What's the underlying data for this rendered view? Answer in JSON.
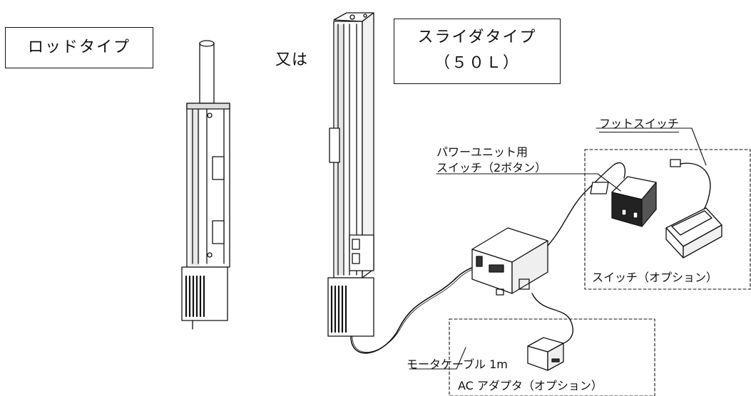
{
  "labels": {
    "rod_type": "ロッドタイプ",
    "or": "又は",
    "slider_type": "スライダタイプ",
    "slider_model": "（５０Ｌ）",
    "foot_switch": "フットスイッチ",
    "power_unit_switch_line1": "パワーユニット用",
    "power_unit_switch_line2": "スイッチ（2ボタン）",
    "switch_option": "スイッチ（オプション）",
    "motor_cable": "モータケーブル 1m",
    "ac_adapter_option": "AC アダプタ（オプション）"
  }
}
